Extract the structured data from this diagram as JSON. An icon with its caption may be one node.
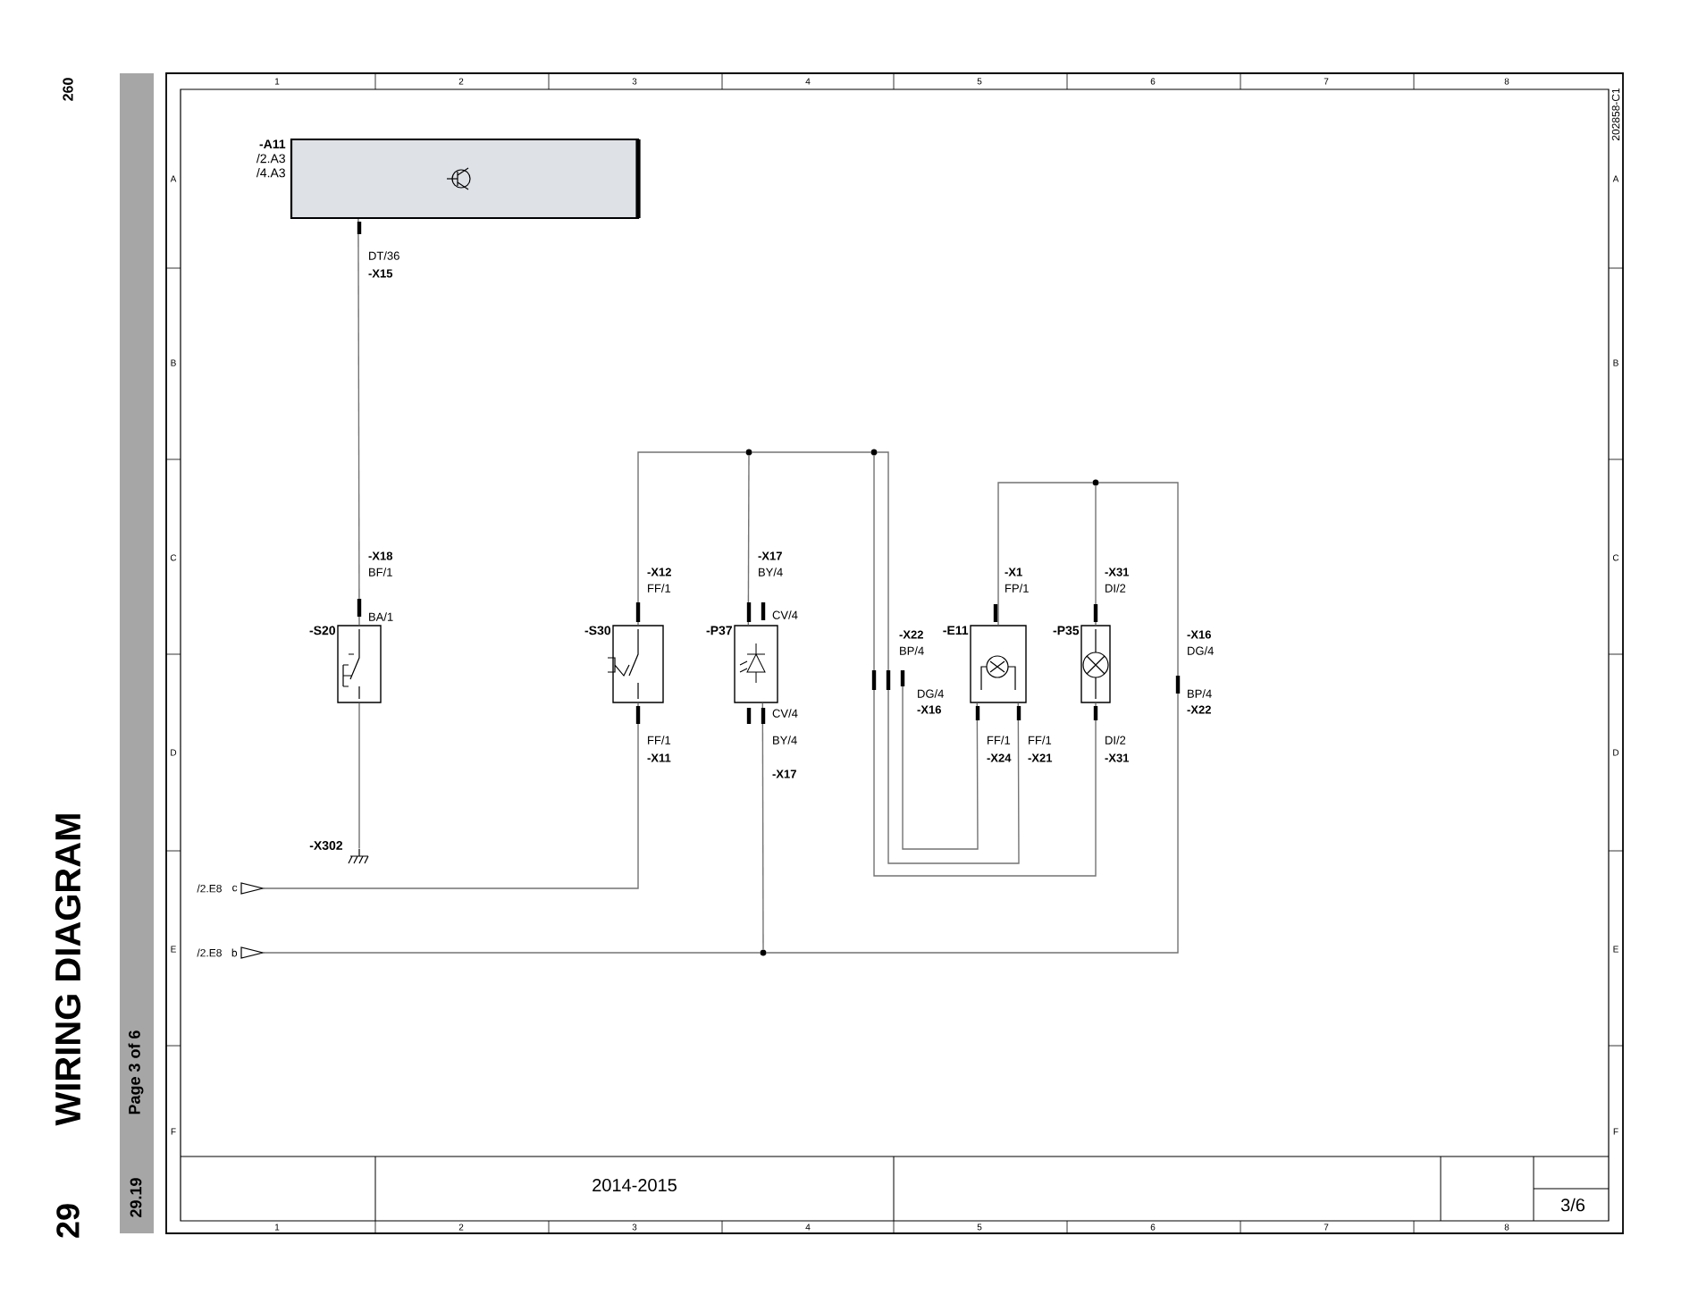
{
  "diagram": {
    "title": "WIRING DIAGRAM",
    "nodes": [
      {
        "text": [
          "-A11",
          "/2.A3",
          "/4.A3"
        ]
      },
      {
        "text": [
          "-S20"
        ]
      },
      {
        "text": [
          "-X302"
        ]
      },
      {
        "text": [
          "-S30"
        ]
      },
      {
        "text": [
          "-P37"
        ]
      },
      {
        "text": [
          "-E11"
        ]
      },
      {
        "text": [
          "-P35"
        ]
      },
      {
        "text": [
          "/2.E8",
          "c"
        ]
      },
      {
        "text": [
          "/2.E8",
          "b"
        ]
      },
      {
        "text": [],
        "shape": "circle"
      },
      {
        "text": [],
        "shape": "circle"
      },
      {
        "text": [],
        "shape": "circle"
      },
      {
        "text": [],
        "shape": "circle"
      }
    ],
    "edges": [
      {
        "from": 0,
        "to": 1,
        "arrow": "none"
      },
      {
        "from": 1,
        "to": 2,
        "arrow": "none"
      },
      {
        "from": 7,
        "to": 3,
        "arrow": "none"
      },
      {
        "from": 3,
        "to": 9,
        "arrow": "none"
      },
      {
        "from": 4,
        "to": 9,
        "arrow": "none"
      },
      {
        "from": 9,
        "to": 10,
        "arrow": "none"
      },
      {
        "from": 10,
        "to": 6,
        "arrow": "none"
      },
      {
        "from": 10,
        "to": 5,
        "arrow": "none"
      },
      {
        "from": 5,
        "to": 11,
        "arrow": "none"
      },
      {
        "from": 6,
        "to": 11,
        "arrow": "none"
      },
      {
        "from": 11,
        "to": 12,
        "arrow": "none"
      },
      {
        "from": 12,
        "to": 4,
        "arrow": "none"
      },
      {
        "from": 12,
        "to": 8,
        "arrow": "none"
      },
      {
        "from": 5,
        "to": null,
        "arrow": "none"
      }
    ],
    "labels": [
      "260",
      "29",
      "29.19",
      "Page 3 of 6",
      "202858-C1",
      "1",
      "2",
      "3",
      "4",
      "5",
      "6",
      "7",
      "8",
      "A",
      "B",
      "C",
      "D",
      "E",
      "F",
      "A",
      "B",
      "C",
      "D",
      "E",
      "F",
      "DT/36",
      "-X15",
      "-X18",
      "BF/1",
      "BA/1",
      "-X12",
      "FF/1",
      "FF/1",
      "-X11",
      "-X17",
      "BY/4",
      "CV/4",
      "CV/4",
      "BY/4",
      "-X17",
      "-X22",
      "BP/4",
      "DG/4",
      "-X16",
      "-X1",
      "FP/1",
      "FF/1",
      "-X24",
      "FF/1",
      "-X21",
      "-X31",
      "DI/2",
      "DI/2",
      "-X31",
      "-X16",
      "DG/4",
      "BP/4",
      "-X22",
      "2014-2015",
      "3/6",
      "1",
      "2",
      "3",
      "4",
      "5",
      "6",
      "7",
      "8"
    ]
  }
}
